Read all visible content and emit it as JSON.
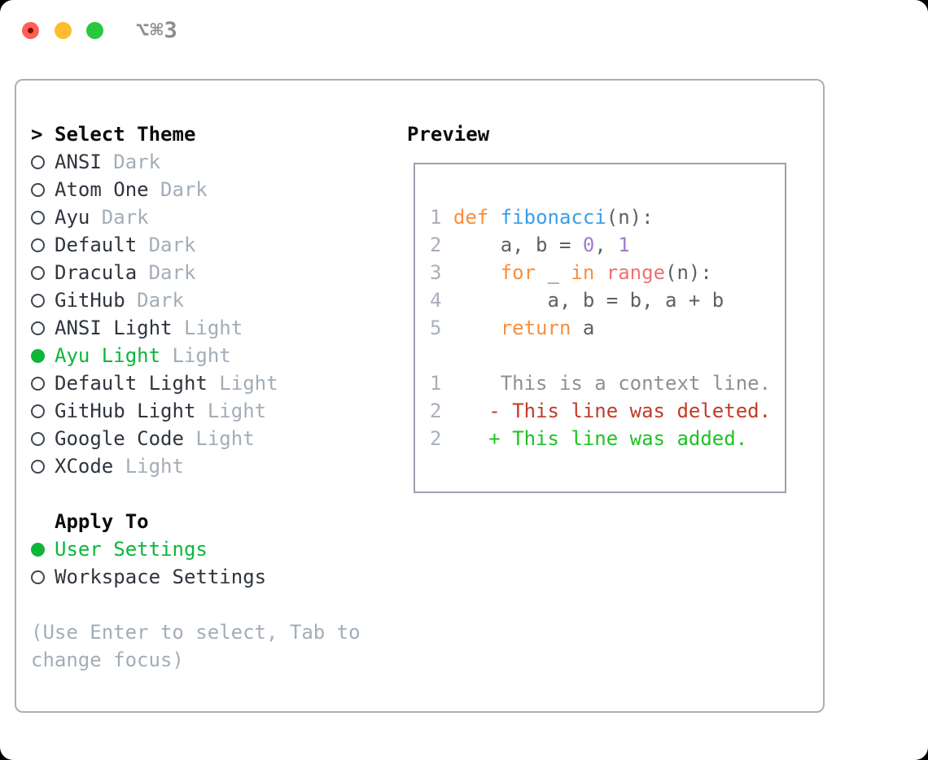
{
  "window": {
    "title": "⌥⌘3"
  },
  "titlebar_buttons": [
    {
      "icon": "close-icon",
      "color": "#ff5f57"
    },
    {
      "icon": "minimize-icon",
      "color": "#febc2e"
    },
    {
      "icon": "zoom-icon",
      "color": "#28c840"
    }
  ],
  "colors": {
    "accent_green": "#0db63a",
    "item_text": "#2f353e",
    "muted_text": "#a3adb8",
    "panel_border": "#a9afb9",
    "preview_border": "#9aa2ad",
    "code": {
      "keyword": "#fa8d3e",
      "function": "#399ee6",
      "number": "#a37acc",
      "builtin": "#f07171",
      "plain": "#5c6166",
      "line_number": "#a9b0ba",
      "context": "#8a9199",
      "deleted": "#c13b28",
      "added": "#1dc221"
    }
  },
  "left": {
    "header_marker": ">",
    "header": "Select Theme",
    "themes": [
      {
        "name": "ANSI",
        "variant": "Dark",
        "selected": false
      },
      {
        "name": "Atom One",
        "variant": "Dark",
        "selected": false
      },
      {
        "name": "Ayu",
        "variant": "Dark",
        "selected": false
      },
      {
        "name": "Default",
        "variant": "Dark",
        "selected": false
      },
      {
        "name": "Dracula",
        "variant": "Dark",
        "selected": false
      },
      {
        "name": "GitHub",
        "variant": "Dark",
        "selected": false
      },
      {
        "name": "ANSI Light",
        "variant": "Light",
        "selected": false
      },
      {
        "name": "Ayu Light",
        "variant": "Light",
        "selected": true
      },
      {
        "name": "Default Light",
        "variant": "Light",
        "selected": false
      },
      {
        "name": "GitHub Light",
        "variant": "Light",
        "selected": false
      },
      {
        "name": "Google Code",
        "variant": "Light",
        "selected": false
      },
      {
        "name": "XCode",
        "variant": "Light",
        "selected": false
      }
    ],
    "apply_header": "Apply To",
    "apply_options": [
      {
        "name": "User Settings",
        "selected": true
      },
      {
        "name": "Workspace Settings",
        "selected": false
      }
    ],
    "hint": "(Use Enter to select, Tab to change focus)"
  },
  "preview": {
    "header": "Preview",
    "lines": [
      {
        "num": "1",
        "segs": [
          {
            "t": "def",
            "s": "kw"
          },
          {
            "t": " ",
            "s": "pl"
          },
          {
            "t": "fibonacci",
            "s": "fn"
          },
          {
            "t": "(n):",
            "s": "pl"
          }
        ]
      },
      {
        "num": "2",
        "segs": [
          {
            "t": "    a, b = ",
            "s": "pl"
          },
          {
            "t": "0",
            "s": "nm"
          },
          {
            "t": ", ",
            "s": "pl"
          },
          {
            "t": "1",
            "s": "nm"
          }
        ]
      },
      {
        "num": "3",
        "segs": [
          {
            "t": "    ",
            "s": "pl"
          },
          {
            "t": "for",
            "s": "kw"
          },
          {
            "t": " _ ",
            "s": "pl"
          },
          {
            "t": "in",
            "s": "kw"
          },
          {
            "t": " ",
            "s": "pl"
          },
          {
            "t": "range",
            "s": "ca"
          },
          {
            "t": "(n):",
            "s": "pl"
          }
        ]
      },
      {
        "num": "4",
        "segs": [
          {
            "t": "        a, b = b, a + b",
            "s": "pl"
          }
        ]
      },
      {
        "num": "5",
        "segs": [
          {
            "t": "    ",
            "s": "pl"
          },
          {
            "t": "return",
            "s": "kw"
          },
          {
            "t": " a",
            "s": "pl"
          }
        ]
      },
      {
        "num": "",
        "segs": []
      },
      {
        "num": "1",
        "segs": [
          {
            "t": "    This is a context line.",
            "s": "cx"
          }
        ]
      },
      {
        "num": "2",
        "segs": [
          {
            "t": "   - This line was deleted.",
            "s": "de"
          }
        ]
      },
      {
        "num": "2",
        "segs": [
          {
            "t": "   + This line was added.",
            "s": "ad"
          }
        ]
      }
    ]
  }
}
